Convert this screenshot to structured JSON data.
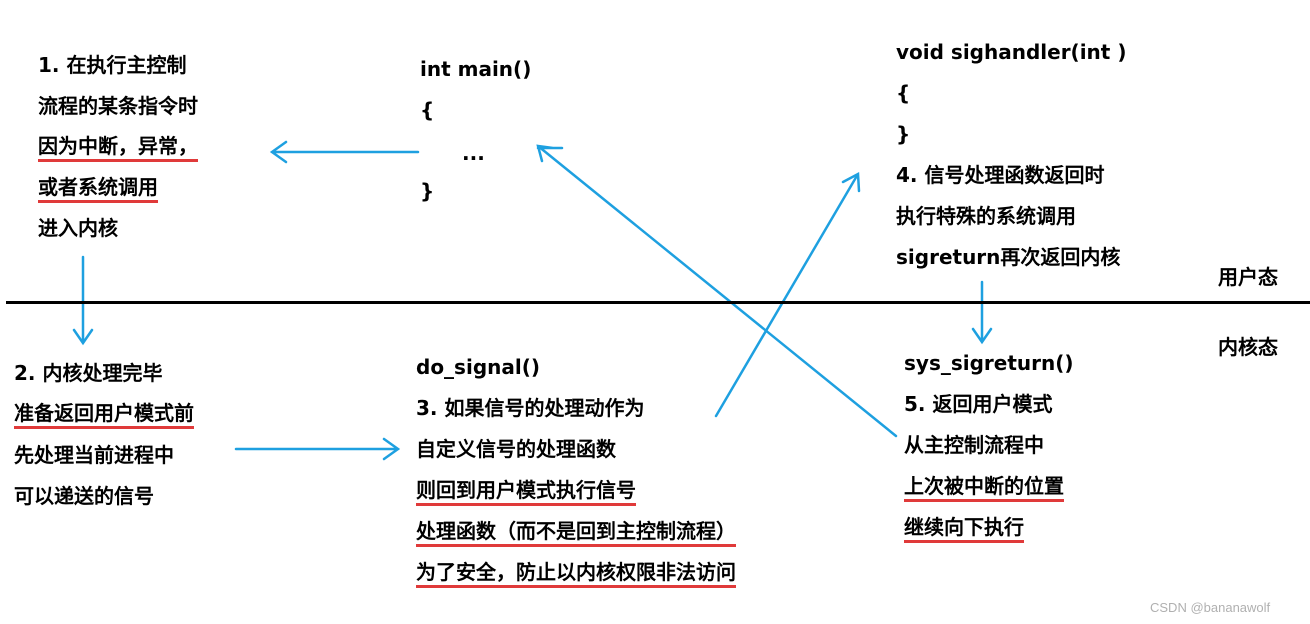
{
  "step1": [
    "1. 在执行主控制",
    "流程的某条指令时",
    "因为中断，异常，",
    "或者系统调用",
    "进入内核"
  ],
  "main_code": [
    "int main()",
    "{",
    "...",
    "}"
  ],
  "handler": [
    "void sighandler(int )",
    "{",
    "}",
    "4. 信号处理函数返回时",
    "执行特殊的系统调用",
    "sigreturn再次返回内核"
  ],
  "user_mode_label": "用户态",
  "kernel_mode_label": "内核态",
  "step2": [
    "2. 内核处理完毕",
    "准备返回用户模式前",
    "先处理当前进程中",
    "可以递送的信号"
  ],
  "step3": [
    "do_signal()",
    "3. 如果信号的处理动作为",
    "自定义信号的处理函数",
    "则回到用户模式执行信号",
    "处理函数（而不是回到主控制流程）",
    "为了安全，防止以内核权限非法访问"
  ],
  "step5": [
    "sys_sigreturn()",
    "5. 返回用户模式",
    "从主控制流程中",
    "上次被中断的位置",
    "继续向下执行"
  ],
  "watermark": "CSDN @bananawolf",
  "colors": {
    "arrow": "#1ea0e0",
    "underline": "#e03a3a",
    "text": "#000000"
  }
}
